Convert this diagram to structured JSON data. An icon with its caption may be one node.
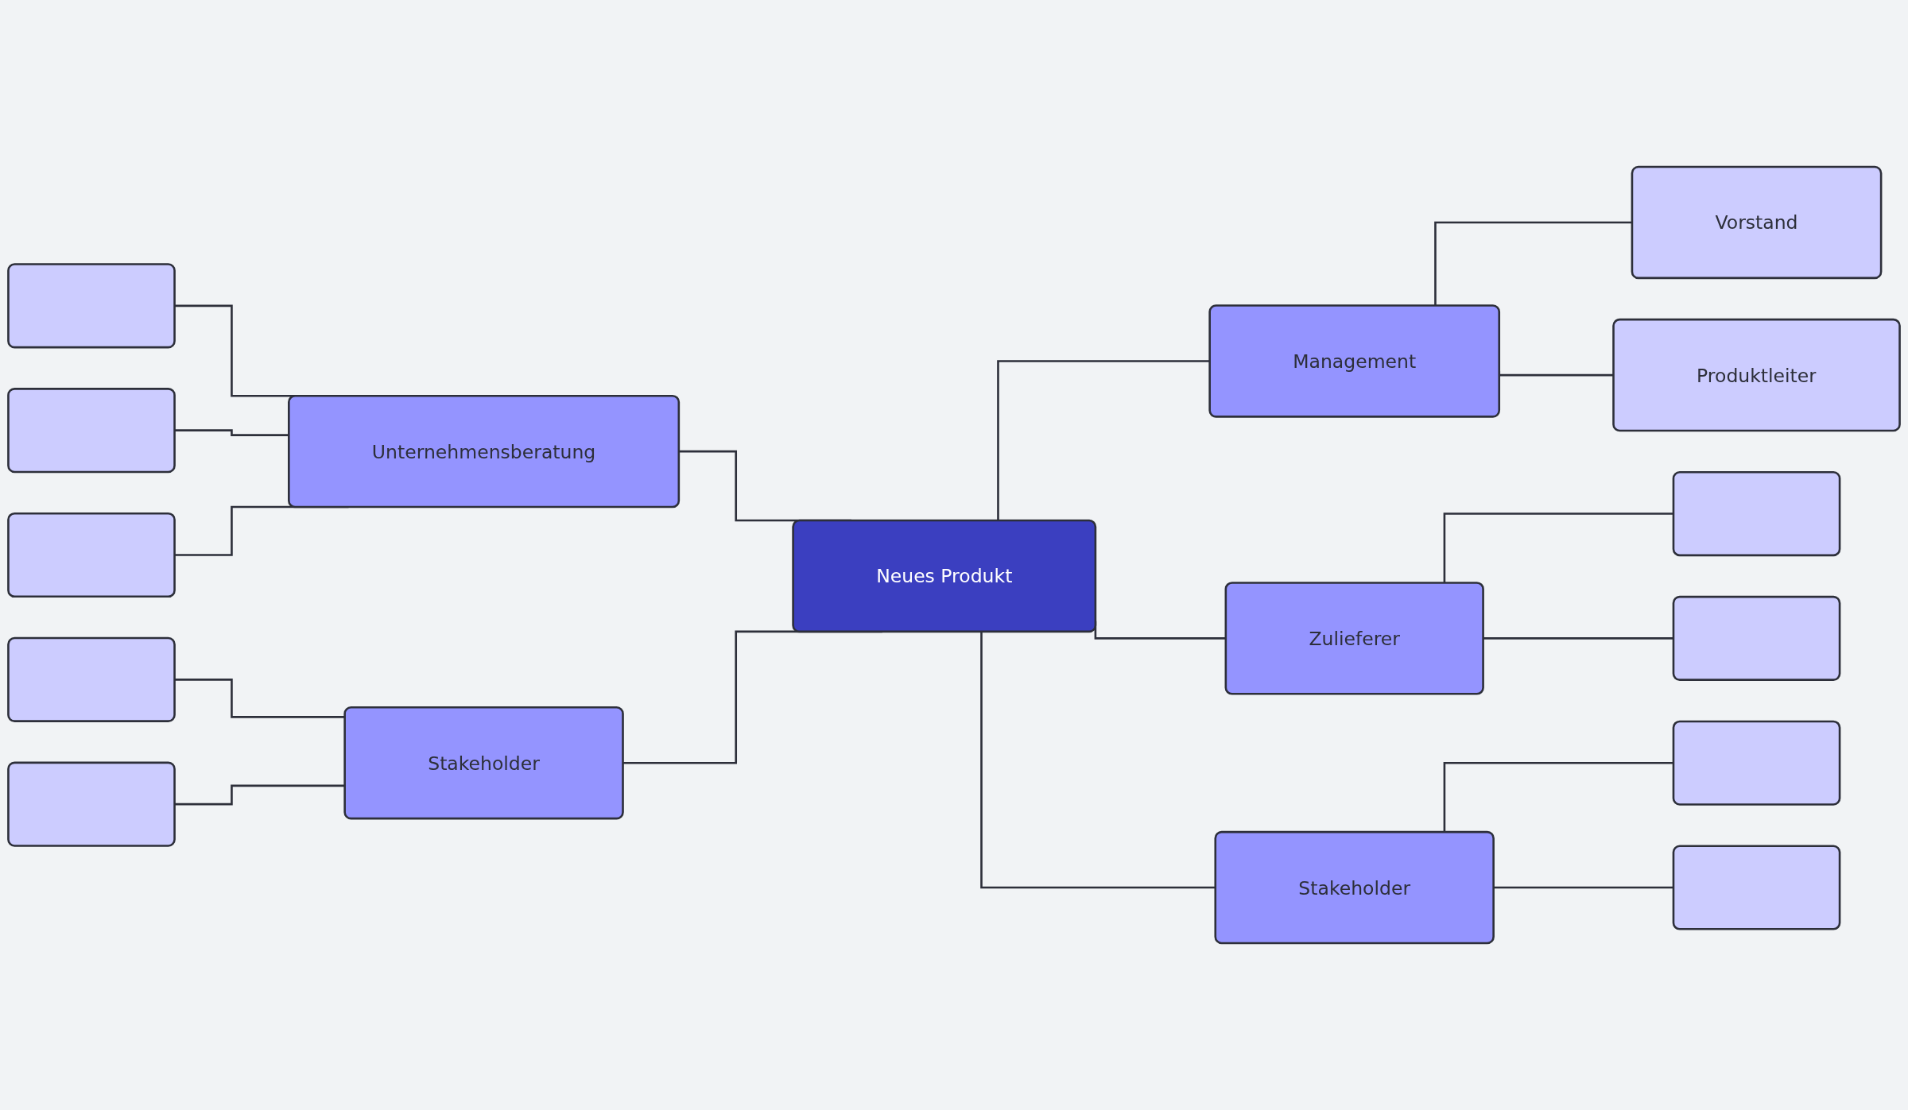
{
  "diagram": {
    "nodes": [
      {
        "text": [
          "Neues Produkt"
        ]
      },
      {
        "text": [
          "Unternehmensberatung"
        ]
      },
      {
        "text": [
          "Stakeholder"
        ]
      },
      {
        "text": [
          "Management"
        ]
      },
      {
        "text": [
          "Zulieferer"
        ]
      },
      {
        "text": [
          "Stakeholder"
        ]
      },
      {
        "text": [],
        "shape": "box"
      },
      {
        "text": [],
        "shape": "box"
      },
      {
        "text": [],
        "shape": "box"
      },
      {
        "text": [],
        "shape": "box"
      },
      {
        "text": [],
        "shape": "box"
      },
      {
        "text": [
          "Vorstand"
        ]
      },
      {
        "text": [
          "Produktleiter"
        ]
      },
      {
        "text": [],
        "shape": "box"
      },
      {
        "text": [],
        "shape": "box"
      },
      {
        "text": [],
        "shape": "box"
      },
      {
        "text": [],
        "shape": "box"
      }
    ],
    "edges": [
      {
        "from": 1,
        "to": 0,
        "arrow": "none"
      },
      {
        "from": 2,
        "to": 0,
        "arrow": "none"
      },
      {
        "from": 0,
        "to": 3,
        "arrow": "none"
      },
      {
        "from": 0,
        "to": 4,
        "arrow": "none"
      },
      {
        "from": 0,
        "to": 5,
        "arrow": "none"
      },
      {
        "from": 6,
        "to": 1,
        "arrow": "none"
      },
      {
        "from": 7,
        "to": 1,
        "arrow": "none"
      },
      {
        "from": 8,
        "to": 1,
        "arrow": "none"
      },
      {
        "from": 9,
        "to": 2,
        "arrow": "none"
      },
      {
        "from": 10,
        "to": 2,
        "arrow": "none"
      },
      {
        "from": 3,
        "to": 11,
        "arrow": "none"
      },
      {
        "from": 3,
        "to": 12,
        "arrow": "none"
      },
      {
        "from": 4,
        "to": 13,
        "arrow": "none"
      },
      {
        "from": 4,
        "to": 14,
        "arrow": "none"
      },
      {
        "from": 5,
        "to": 15,
        "arrow": "none"
      },
      {
        "from": 5,
        "to": 16,
        "arrow": "none"
      }
    ]
  }
}
